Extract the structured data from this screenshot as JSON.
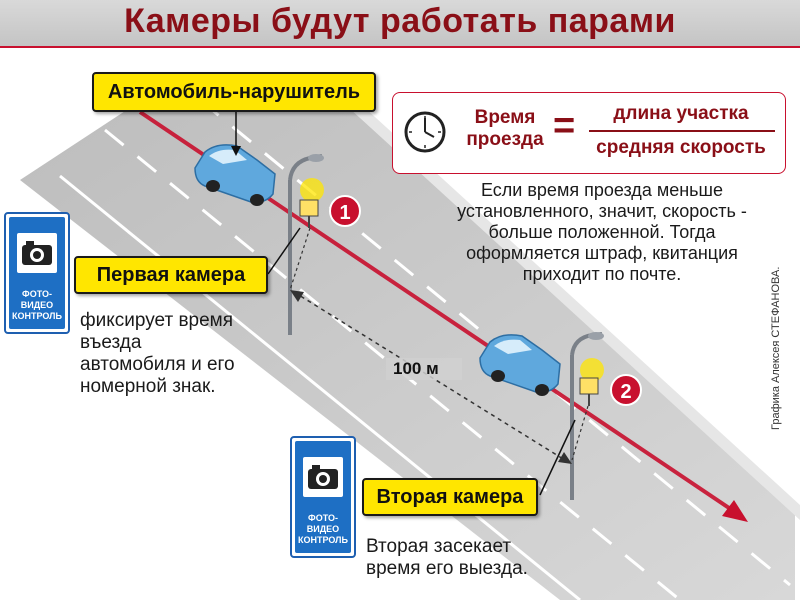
{
  "title": "Камеры будут работать парами",
  "labels": {
    "violator": "Автомобиль-нарушитель",
    "camera1": "Первая камера",
    "camera2": "Вторая камера"
  },
  "formula": {
    "left": "Время проезда",
    "equals": "=",
    "numerator": "длина участка",
    "denominator": "средняя скорость"
  },
  "explanation": "Если время проезда меньше установленного, значит, скорость - больше положенной. Тогда оформляется штраф, квитанция приходит по почте.",
  "camera1_note": "фиксирует время въезда автомобиля и его номерной знак.",
  "camera2_note": "Вторая засекает время его выезда.",
  "distance": "100 м",
  "markers": [
    "1",
    "2"
  ],
  "sign_text": "ФОТО-ВИДЕО КОНТРОЛЬ",
  "credit": "Графика Алексея СТЕФАНОВА.",
  "icons": [
    "clock-icon",
    "camera-sign-icon",
    "car-icon",
    "street-lamp-icon",
    "camera-icon"
  ],
  "colors": {
    "title": "#8a0f17",
    "label_bg": "#ffe600",
    "route_line": "#c8102e",
    "road": "#c9c9c9",
    "car": "#5fa8dd",
    "sign": "#1e6fc4",
    "marker": "#c8102e"
  }
}
